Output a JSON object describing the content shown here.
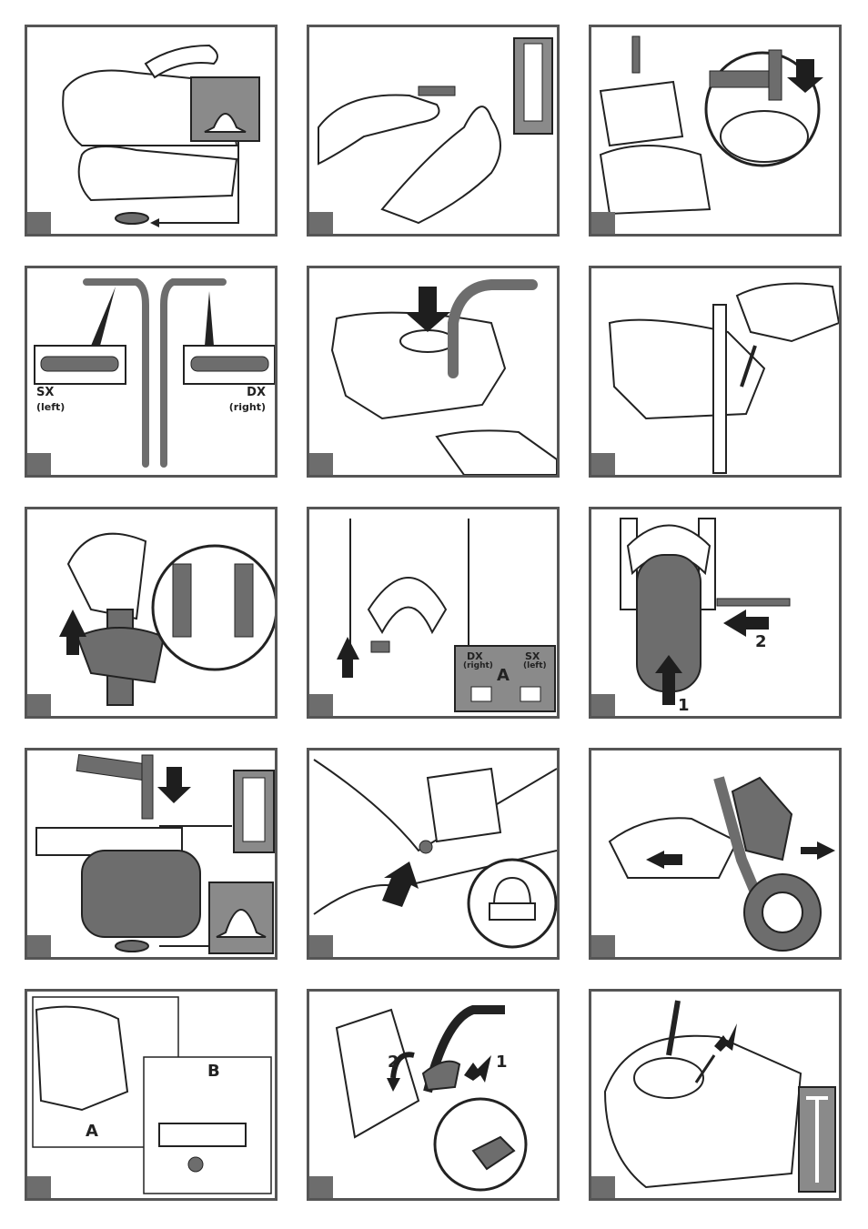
{
  "panel4": {
    "left_code": "SX",
    "left_name": "(left)",
    "right_code": "DX",
    "right_name": "(right)"
  },
  "panel8": {
    "right_code": "DX",
    "right_name": "(right)",
    "left_code": "SX",
    "left_name": "(left)",
    "letter": "A"
  },
  "panel9": {
    "arrow1": "1",
    "arrow2": "2"
  },
  "panel13": {
    "detail_a": "A",
    "detail_b": "B"
  },
  "panel14": {
    "arrow1": "1",
    "arrow2": "2"
  },
  "colors": {
    "frame": "#555555",
    "tab": "#6d6d6d",
    "arrow": "#1e1e1e",
    "inset_bg": "#8a8a8a"
  }
}
